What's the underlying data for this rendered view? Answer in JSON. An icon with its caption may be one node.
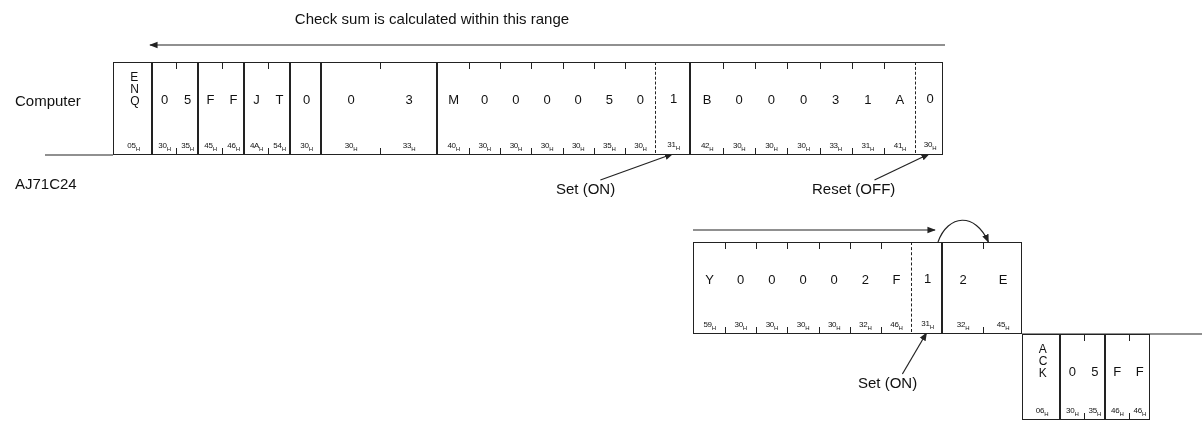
{
  "diagram": {
    "nodes": [
      {
        "text": [
          "ENQ",
          "05$_{H}$"
        ]
      },
      {
        "text": [
          "0",
          "5",
          "30$_{H}$",
          "35$_{H}$"
        ]
      },
      {
        "text": [
          "F",
          "F",
          "45$_{H}$",
          "46$_{H}$"
        ]
      },
      {
        "text": [
          "J",
          "T",
          "4A$_{H}$",
          "54$_{H}$"
        ]
      },
      {
        "text": [
          "0",
          "30$_{H}$"
        ]
      },
      {
        "text": [
          "0",
          "3",
          "30$_{H}$",
          "33$_{H}$"
        ]
      },
      {
        "text": [
          "M",
          "0",
          "0",
          "0",
          "0",
          "5",
          "0",
          "40$_{H}$",
          "30$_{H}$",
          "30$_{H}$",
          "30$_{H}$",
          "30$_{H}$",
          "35$_{H}$",
          "30$_{H}$"
        ]
      },
      {
        "text": [
          "1",
          "31$_{H}$"
        ],
        "in": 6
      },
      {
        "text": [
          "B",
          "0",
          "0",
          "0",
          "3",
          "1",
          "A",
          "42$_{H}$",
          "30$_{H}$",
          "30$_{H}$",
          "30$_{H}$",
          "33$_{H}$",
          "31$_{H}$",
          "41$_{H}$"
        ]
      },
      {
        "text": [
          "0",
          "30$_{H}$"
        ],
        "in": 8
      },
      {
        "text": [
          "Set (ON)"
        ]
      },
      {
        "text": [
          "Reset (OFF)"
        ]
      },
      {
        "text": [
          "Y",
          "0",
          "0",
          "0",
          "0",
          "2",
          "F",
          "59$_{H}$",
          "30$_{H}$",
          "30$_{H}$",
          "30$_{H}$",
          "30$_{H}$",
          "32$_{H}$",
          "46$_{H}$"
        ]
      },
      {
        "text": [
          "1",
          "31$_{H}$"
        ],
        "in": 12
      },
      {
        "text": [
          "2",
          "E",
          "32$_{H}$",
          "45$_{H}$"
        ]
      },
      {
        "text": [
          "ACK",
          "06$_{H}$"
        ]
      },
      {
        "text": [
          "0",
          "5",
          "30$_{H}$",
          "35$_{H}$"
        ]
      },
      {
        "text": [
          "F",
          "F",
          "46$_{H}$",
          "46$_{H}$"
        ]
      },
      {
        "text": [
          "Set (ON)"
        ]
      }
    ],
    "edges": [
      {
        "from": 10,
        "to": 7,
        "arrow": "to"
      },
      {
        "from": 11,
        "to": 9,
        "arrow": "to"
      },
      {
        "from": 13,
        "to": 14,
        "arrow": "to"
      },
      {
        "from": 18,
        "to": 13,
        "arrow": "to"
      }
    ],
    "labels": [
      "Check sum is calculated within this range",
      "Computer",
      "AJ71C24"
    ]
  }
}
